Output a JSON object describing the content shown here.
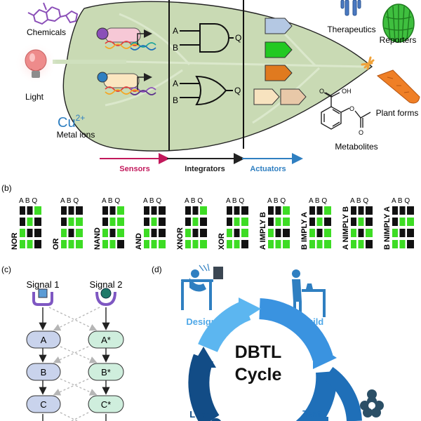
{
  "panel_a": {
    "inputs": {
      "chemicals": "Chemicals",
      "light": "Light",
      "metal_symbol": "Cu",
      "metal_charge": "2+",
      "metal_label": "Metal ions"
    },
    "gate_pins": {
      "a": "A",
      "b": "B",
      "q": "Q"
    },
    "outputs": {
      "therapeutics": "Therapeutics",
      "reporters": "Reporters",
      "plant_forms": "Plant forms",
      "metabolites": "Metabolites",
      "oh": "OH",
      "oxygen": "O"
    },
    "stages": {
      "sensors": "Sensors",
      "integrators": "Integrators",
      "actuators": "Actuators"
    },
    "colors": {
      "sensors": "#c2185b",
      "integrators": "#222222",
      "actuators": "#2f7fc1",
      "leaf": "#c9dab4",
      "truth_on": "#3ddc24"
    }
  },
  "panel_b": {
    "label": "(b)",
    "header": "A B Q",
    "gates": [
      {
        "name": "NOR",
        "q": [
          1,
          0,
          0,
          0
        ]
      },
      {
        "name": "OR",
        "q": [
          0,
          1,
          1,
          1
        ]
      },
      {
        "name": "NAND",
        "q": [
          1,
          1,
          1,
          0
        ]
      },
      {
        "name": "AND",
        "q": [
          0,
          0,
          0,
          1
        ]
      },
      {
        "name": "XNOR",
        "q": [
          1,
          0,
          0,
          1
        ]
      },
      {
        "name": "XOR",
        "q": [
          0,
          1,
          1,
          0
        ]
      },
      {
        "name": "A IMPLY B",
        "q": [
          1,
          1,
          0,
          1
        ]
      },
      {
        "name": "B IMPLY A",
        "q": [
          1,
          0,
          1,
          1
        ]
      },
      {
        "name": "A NIMPLY B",
        "q": [
          0,
          0,
          1,
          0
        ]
      },
      {
        "name": "B NIMPLY A",
        "q": [
          0,
          1,
          0,
          0
        ]
      }
    ]
  },
  "panel_c": {
    "label": "(c)",
    "signal1": "Signal 1",
    "signal2": "Signal 2",
    "left_nodes": [
      "A",
      "B",
      "C"
    ],
    "right_nodes": [
      "A*",
      "B*",
      "C*"
    ]
  },
  "panel_d": {
    "label": "(d)",
    "center_line1": "DBTL",
    "center_line2": "Cycle",
    "design": "Design",
    "build": "Build",
    "learn": "Learn",
    "test": "Test"
  }
}
